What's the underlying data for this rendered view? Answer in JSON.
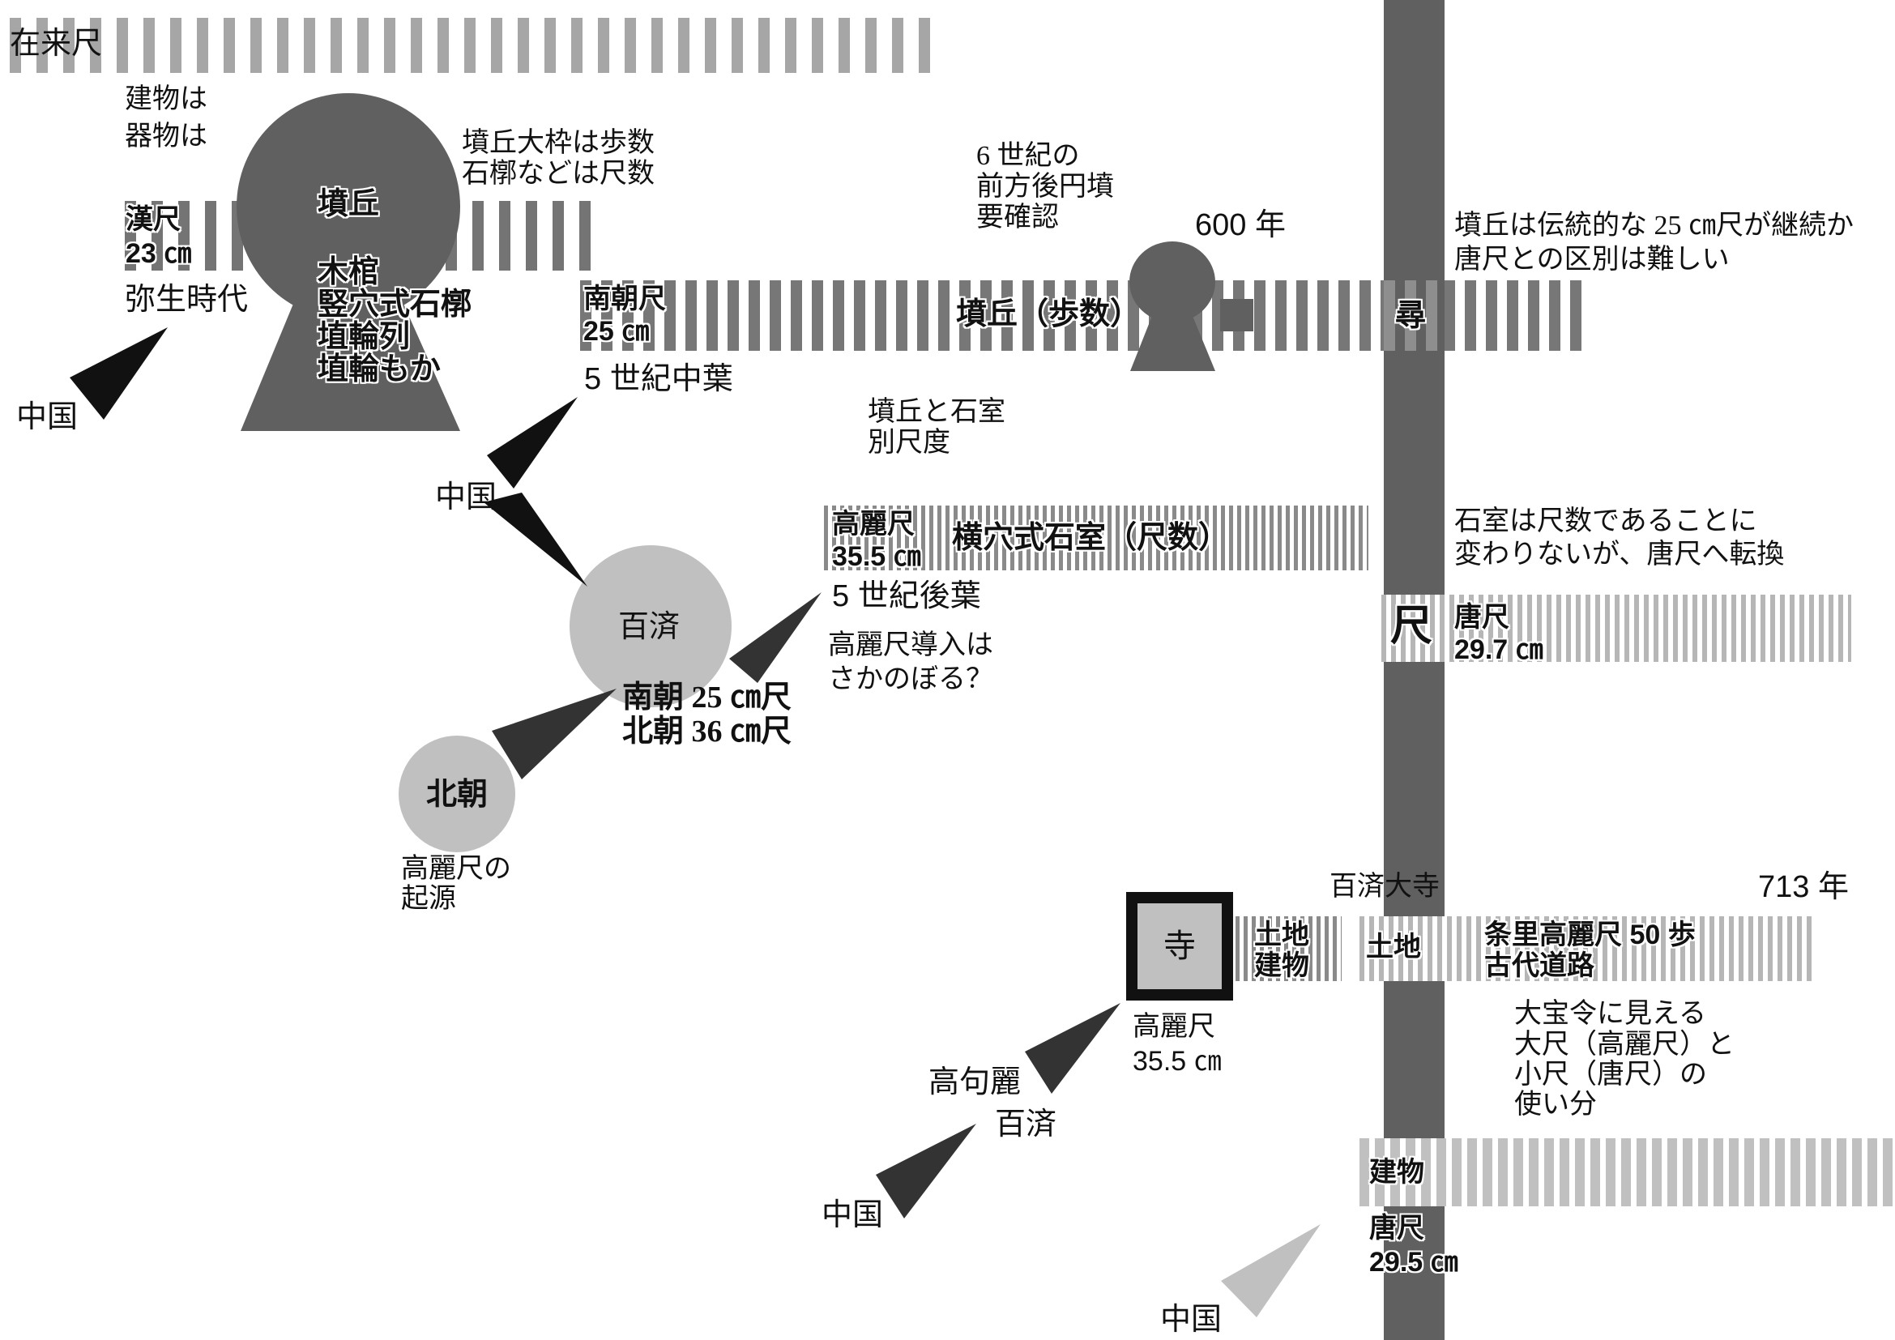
{
  "colors": {
    "dark_shape": "#606060",
    "light_circle": "#c0c0c0",
    "black_arrow": "#111111",
    "gray_arrow": "#333333",
    "light_arrow": "#c0c0c0"
  },
  "zairai": {
    "label": "在来尺"
  },
  "top_left_notes": [
    "建物は",
    "器物は"
  ],
  "kanshaku": {
    "name": "漢尺",
    "size": "23 ㎝",
    "period": "弥生時代"
  },
  "big_kofun": {
    "title": "墳丘",
    "items": [
      "木棺",
      "竪穴式石槨",
      "埴輪列",
      "埴輪もか"
    ]
  },
  "kofun_note": [
    "墳丘大枠は歩数",
    "石槨などは尺数"
  ],
  "nancho_bar": {
    "name": "南朝尺",
    "size": "25 ㎝",
    "kofun_label": "墳丘（歩数）",
    "hiro": "尋"
  },
  "sixth_century_note": [
    "6 世紀の",
    "前方後円墳",
    "要確認"
  ],
  "year_600": "600 年",
  "right_note_1": [
    "墳丘は伝統的な 25 ㎝尺が継続か",
    "唐尺との区別は難しい"
  ],
  "mid5": "5 世紀中葉",
  "china_labels": [
    "中国",
    "中国",
    "中国",
    "中国"
  ],
  "kofun_sekishitsu_note": [
    "墳丘と石室",
    "別尺度"
  ],
  "koma_bar": {
    "name": "高麗尺",
    "size": "35.5 ㎝",
    "label": "横穴式石室（尺数）"
  },
  "late5": "5 世紀後葉",
  "koma_intro": [
    "高麗尺導入は",
    "さかのぼる？"
  ],
  "kudara": {
    "label": "百済",
    "note": [
      "南朝 25 ㎝尺",
      "北朝 36 ㎝尺"
    ]
  },
  "hokucho": {
    "label": "北朝",
    "note": [
      "高麗尺の",
      "起源"
    ]
  },
  "right_note_2": [
    "石室は尺数であることに",
    "変わりないが、唐尺へ転換"
  ],
  "tou_bar": {
    "shaku": "尺",
    "name": "唐尺",
    "size": "29.7 ㎝"
  },
  "temple": {
    "glyph": "寺",
    "side": [
      "土地",
      "建物"
    ],
    "scale": "高麗尺",
    "size": "35.5 ㎝",
    "name": "百済大寺"
  },
  "year_713": "713 年",
  "jori_bar": {
    "land": "土地",
    "lines": [
      "条里高麗尺 50 歩",
      "古代道路"
    ]
  },
  "taiho_note": [
    "大宝令に見える",
    "大尺（高麗尺）と",
    "小尺（唐尺）の",
    "使い分"
  ],
  "koguryo": "高句麗",
  "kudara2": "百済",
  "building_bar": {
    "label": "建物",
    "name": "唐尺",
    "size": "29.5 ㎝"
  }
}
